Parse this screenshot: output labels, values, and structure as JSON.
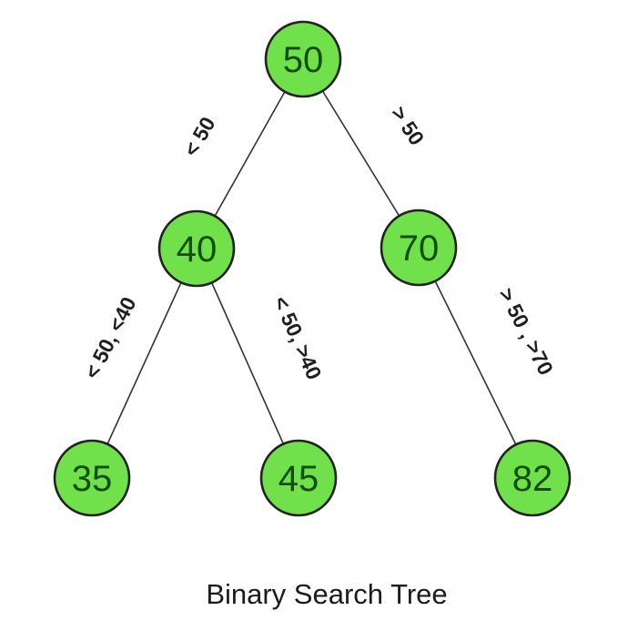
{
  "diagram": {
    "type": "binary-search-tree",
    "caption": "Binary Search Tree",
    "nodes": [
      {
        "id": "root",
        "value": "50"
      },
      {
        "id": "left",
        "value": "40"
      },
      {
        "id": "right",
        "value": "70"
      },
      {
        "id": "left-left",
        "value": "35"
      },
      {
        "id": "left-right",
        "value": "45"
      },
      {
        "id": "right-right",
        "value": "82"
      }
    ],
    "edges": [
      {
        "from": "50",
        "to": "40",
        "label": "< 50"
      },
      {
        "from": "50",
        "to": "70",
        "label": "> 50"
      },
      {
        "from": "40",
        "to": "35",
        "label": "< 50, <40"
      },
      {
        "from": "40",
        "to": "45",
        "label": "< 50, >40"
      },
      {
        "from": "70",
        "to": "82",
        "label": "> 50 , >70"
      }
    ],
    "colors": {
      "background": "#ffffff",
      "node_fill": "#70e14b",
      "node_border": "#222222",
      "node_text": "#124f0c",
      "edge_line": "#333333",
      "edge_label_text": "#1f1f1f",
      "caption_text": "#1b1b1b"
    }
  }
}
